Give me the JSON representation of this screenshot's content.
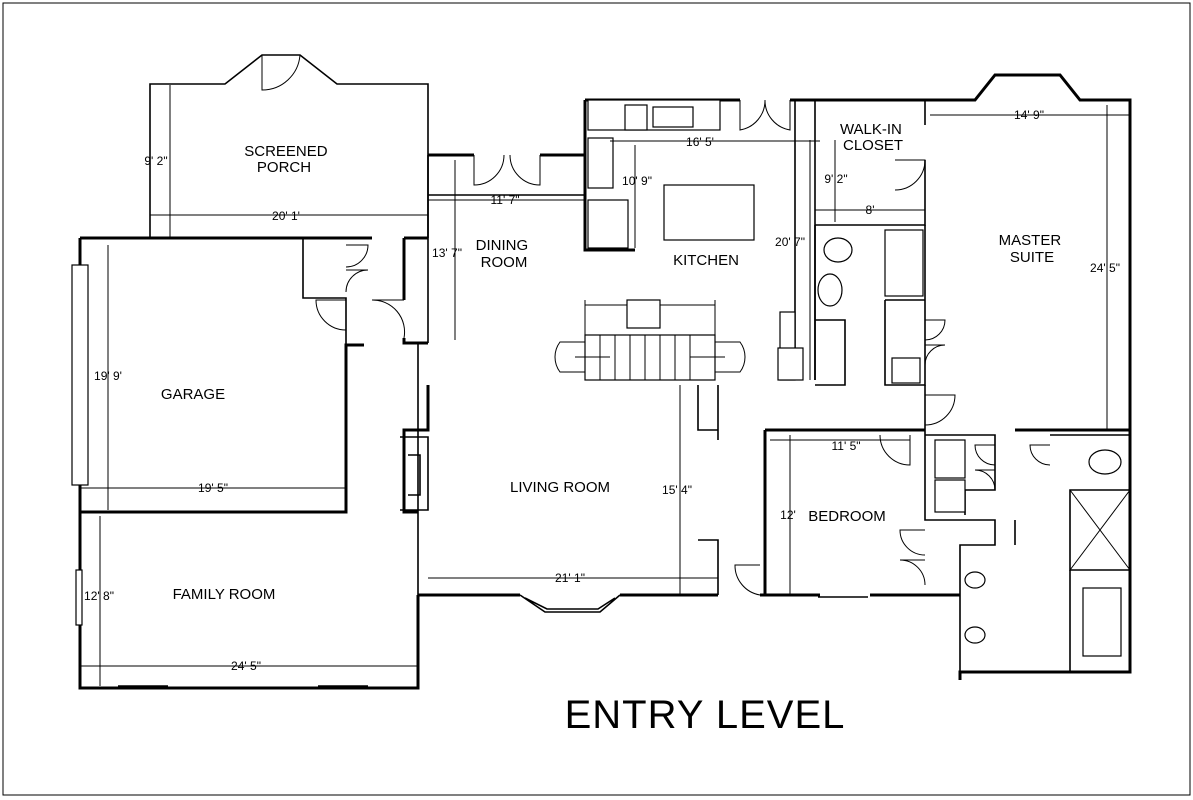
{
  "title": "ENTRY LEVEL",
  "rooms": {
    "screened_porch": [
      "SCREENED",
      "PORCH"
    ],
    "dining_room": [
      "DINING",
      "ROOM"
    ],
    "kitchen": "KITCHEN",
    "walk_in_closet": [
      "WALK-IN",
      "CLOSET"
    ],
    "master_suite": [
      "MASTER",
      "SUITE"
    ],
    "garage": "GARAGE",
    "living_room": "LIVING ROOM",
    "bedroom": "BEDROOM",
    "family_room": "FAMILY ROOM"
  },
  "dimensions": {
    "porch_depth": "9' 2\"",
    "porch_width": "20' 1'",
    "dining_depth": "13' 7\"",
    "dining_width": "11' 7\"",
    "kitchen_width": "16' 5'",
    "kitchen_depth": "10' 9\"",
    "hall_length": "20' 7\"",
    "closet_depth": "9' 2\"",
    "closet_width": "8'",
    "master_width": "14' 9\"",
    "master_depth": "24' 5\"",
    "garage_depth": "19' 9'",
    "garage_width": "19' 5\"",
    "living_depth": "15' 4\"",
    "living_width": "21' 1\"",
    "bedroom_width": "11' 5\"",
    "bedroom_depth": "12'",
    "family_depth": "12' 8\"",
    "family_width": "24' 5\""
  }
}
